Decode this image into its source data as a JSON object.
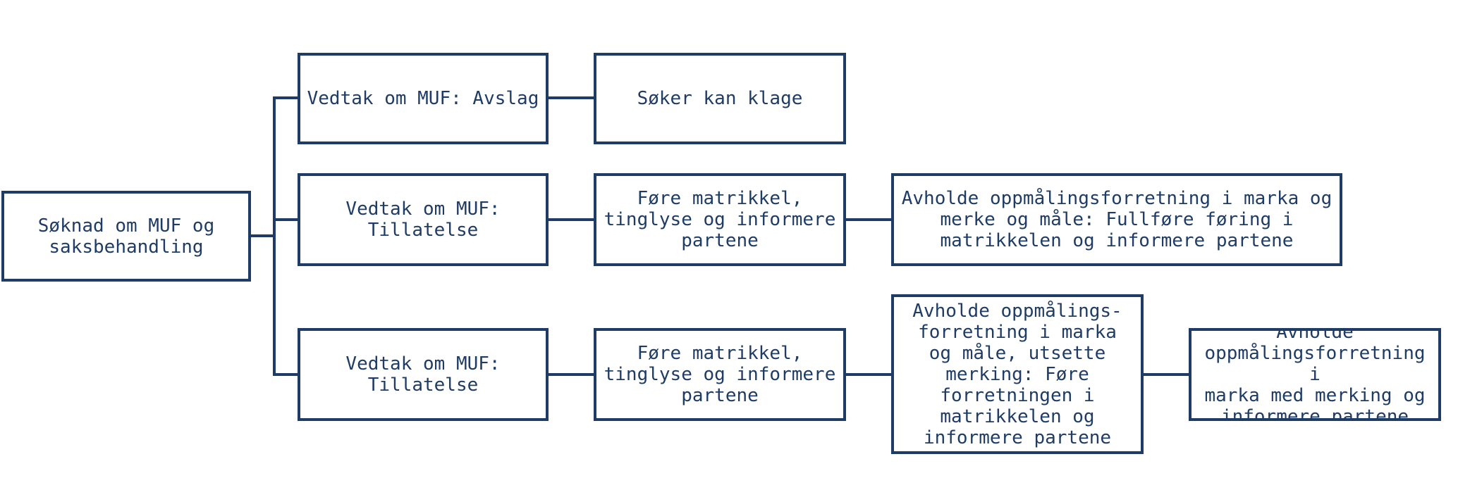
{
  "colors": {
    "line": "#1f3c66",
    "text": "#1f3c66",
    "background": "#ffffff"
  },
  "nodes": {
    "root": "Søknad om MUF og\nsaksbehandling",
    "vedtak_avslag": "Vedtak om MUF: Avslag",
    "klage": "Søker kan klage",
    "vedtak_tillatelse_1": "Vedtak om MUF:\nTillatelse",
    "fore_matrikkel_1": "Føre matrikkel,\ntinglyse og informere\npartene",
    "avholde_fullfore": "Avholde oppmålingsforretning i marka og\nmerke og måle: Fullføre føring i\nmatrikkelen og informere partene",
    "vedtak_tillatelse_2": "Vedtak om MUF:\nTillatelse",
    "fore_matrikkel_2": "Føre matrikkel,\ntinglyse og informere\npartene",
    "avholde_utsette": "Avholde oppmålings-\nforretning i marka\nog måle, utsette\nmerking: Føre\nforretningen i\nmatrikkelen og\ninformere partene",
    "avholde_merking": "Avholde\noppmålingsforretning i\nmarka med merking og\ninformere partene"
  }
}
